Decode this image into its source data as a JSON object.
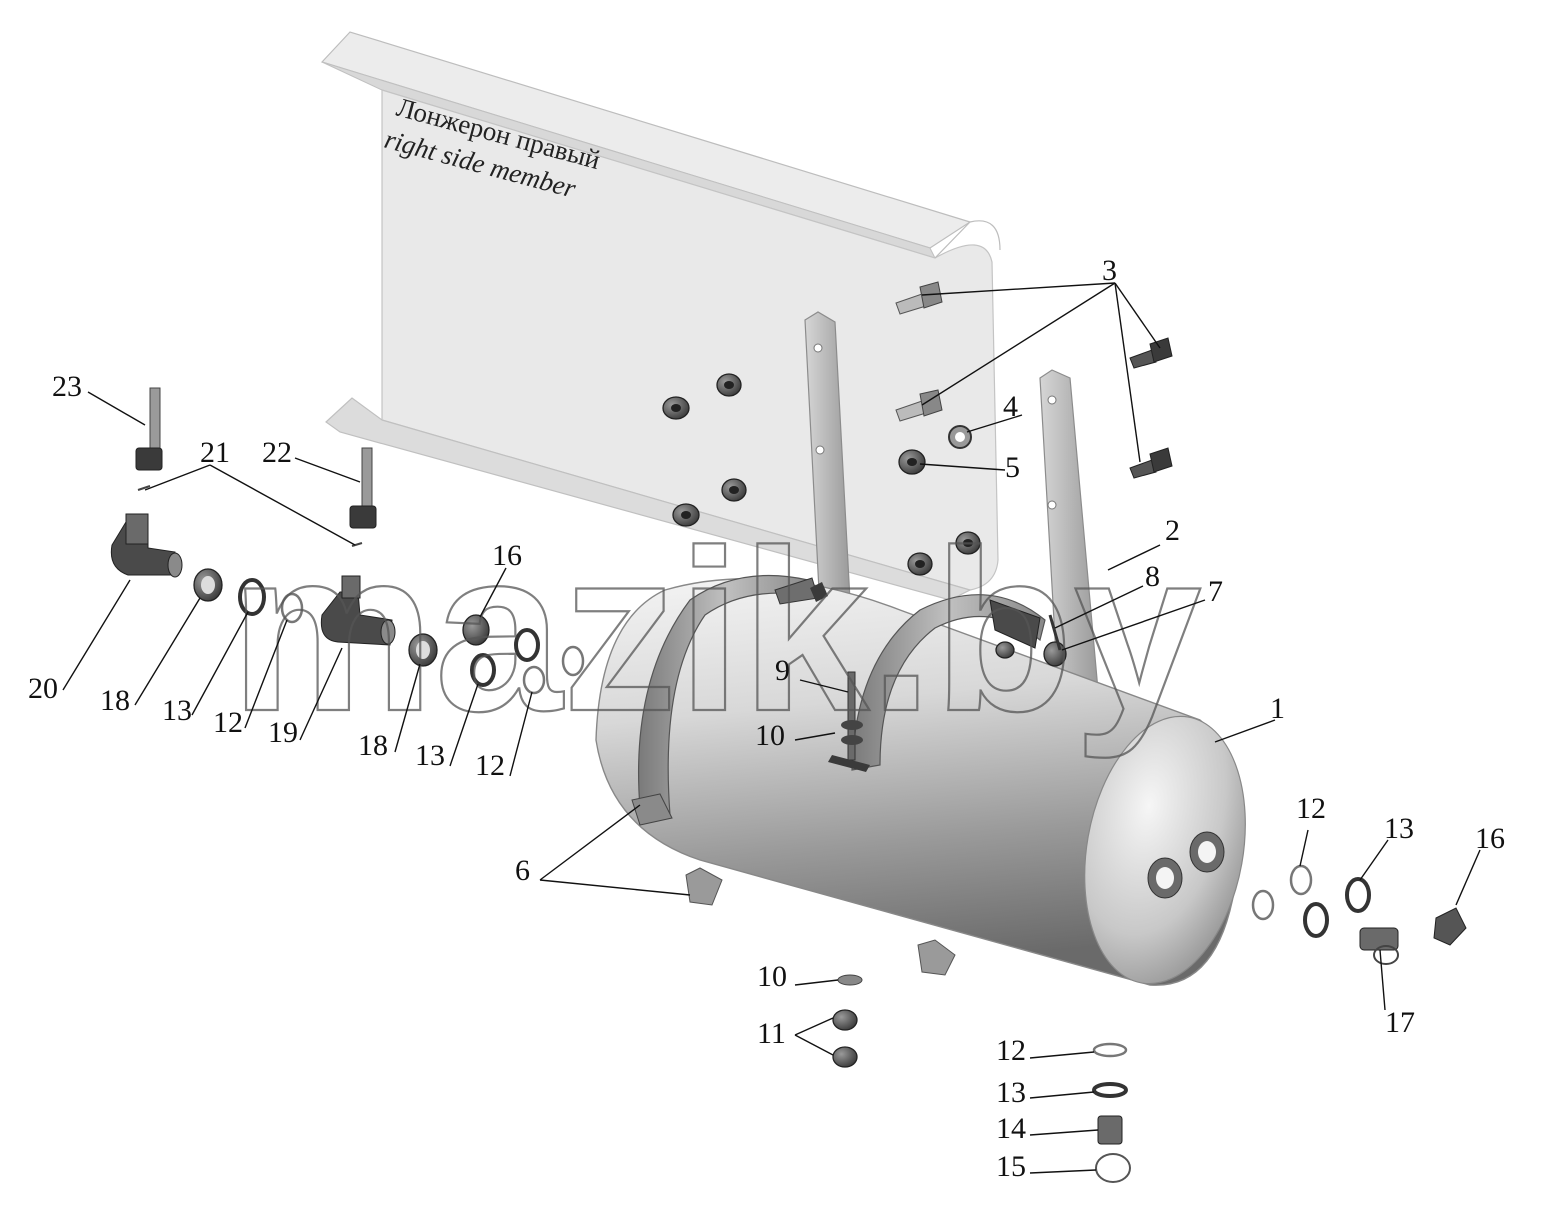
{
  "member_label": {
    "ru": "Лонжерон правый",
    "en": "right side member"
  },
  "watermark": "mazik.by",
  "callouts": {
    "c1": "1",
    "c2": "2",
    "c3": "3",
    "c4": "4",
    "c5": "5",
    "c6": "6",
    "c7": "7",
    "c8": "8",
    "c9": "9",
    "c10a": "10",
    "c10b": "10",
    "c11": "11",
    "c12a": "12",
    "c12b": "12",
    "c12c": "12",
    "c12d": "12",
    "c13a": "13",
    "c13b": "13",
    "c13c": "13",
    "c13d": "13",
    "c14": "14",
    "c15": "15",
    "c16a": "16",
    "c16b": "16",
    "c17": "17",
    "c18a": "18",
    "c18b": "18",
    "c19": "19",
    "c20": "20",
    "c21": "21",
    "c22": "22",
    "c23": "23"
  },
  "colors": {
    "metal_light": "#e6e6e6",
    "metal_mid": "#b8b8b8",
    "metal_dark": "#6e6e6e",
    "dark_part": "#3a3a3a"
  }
}
